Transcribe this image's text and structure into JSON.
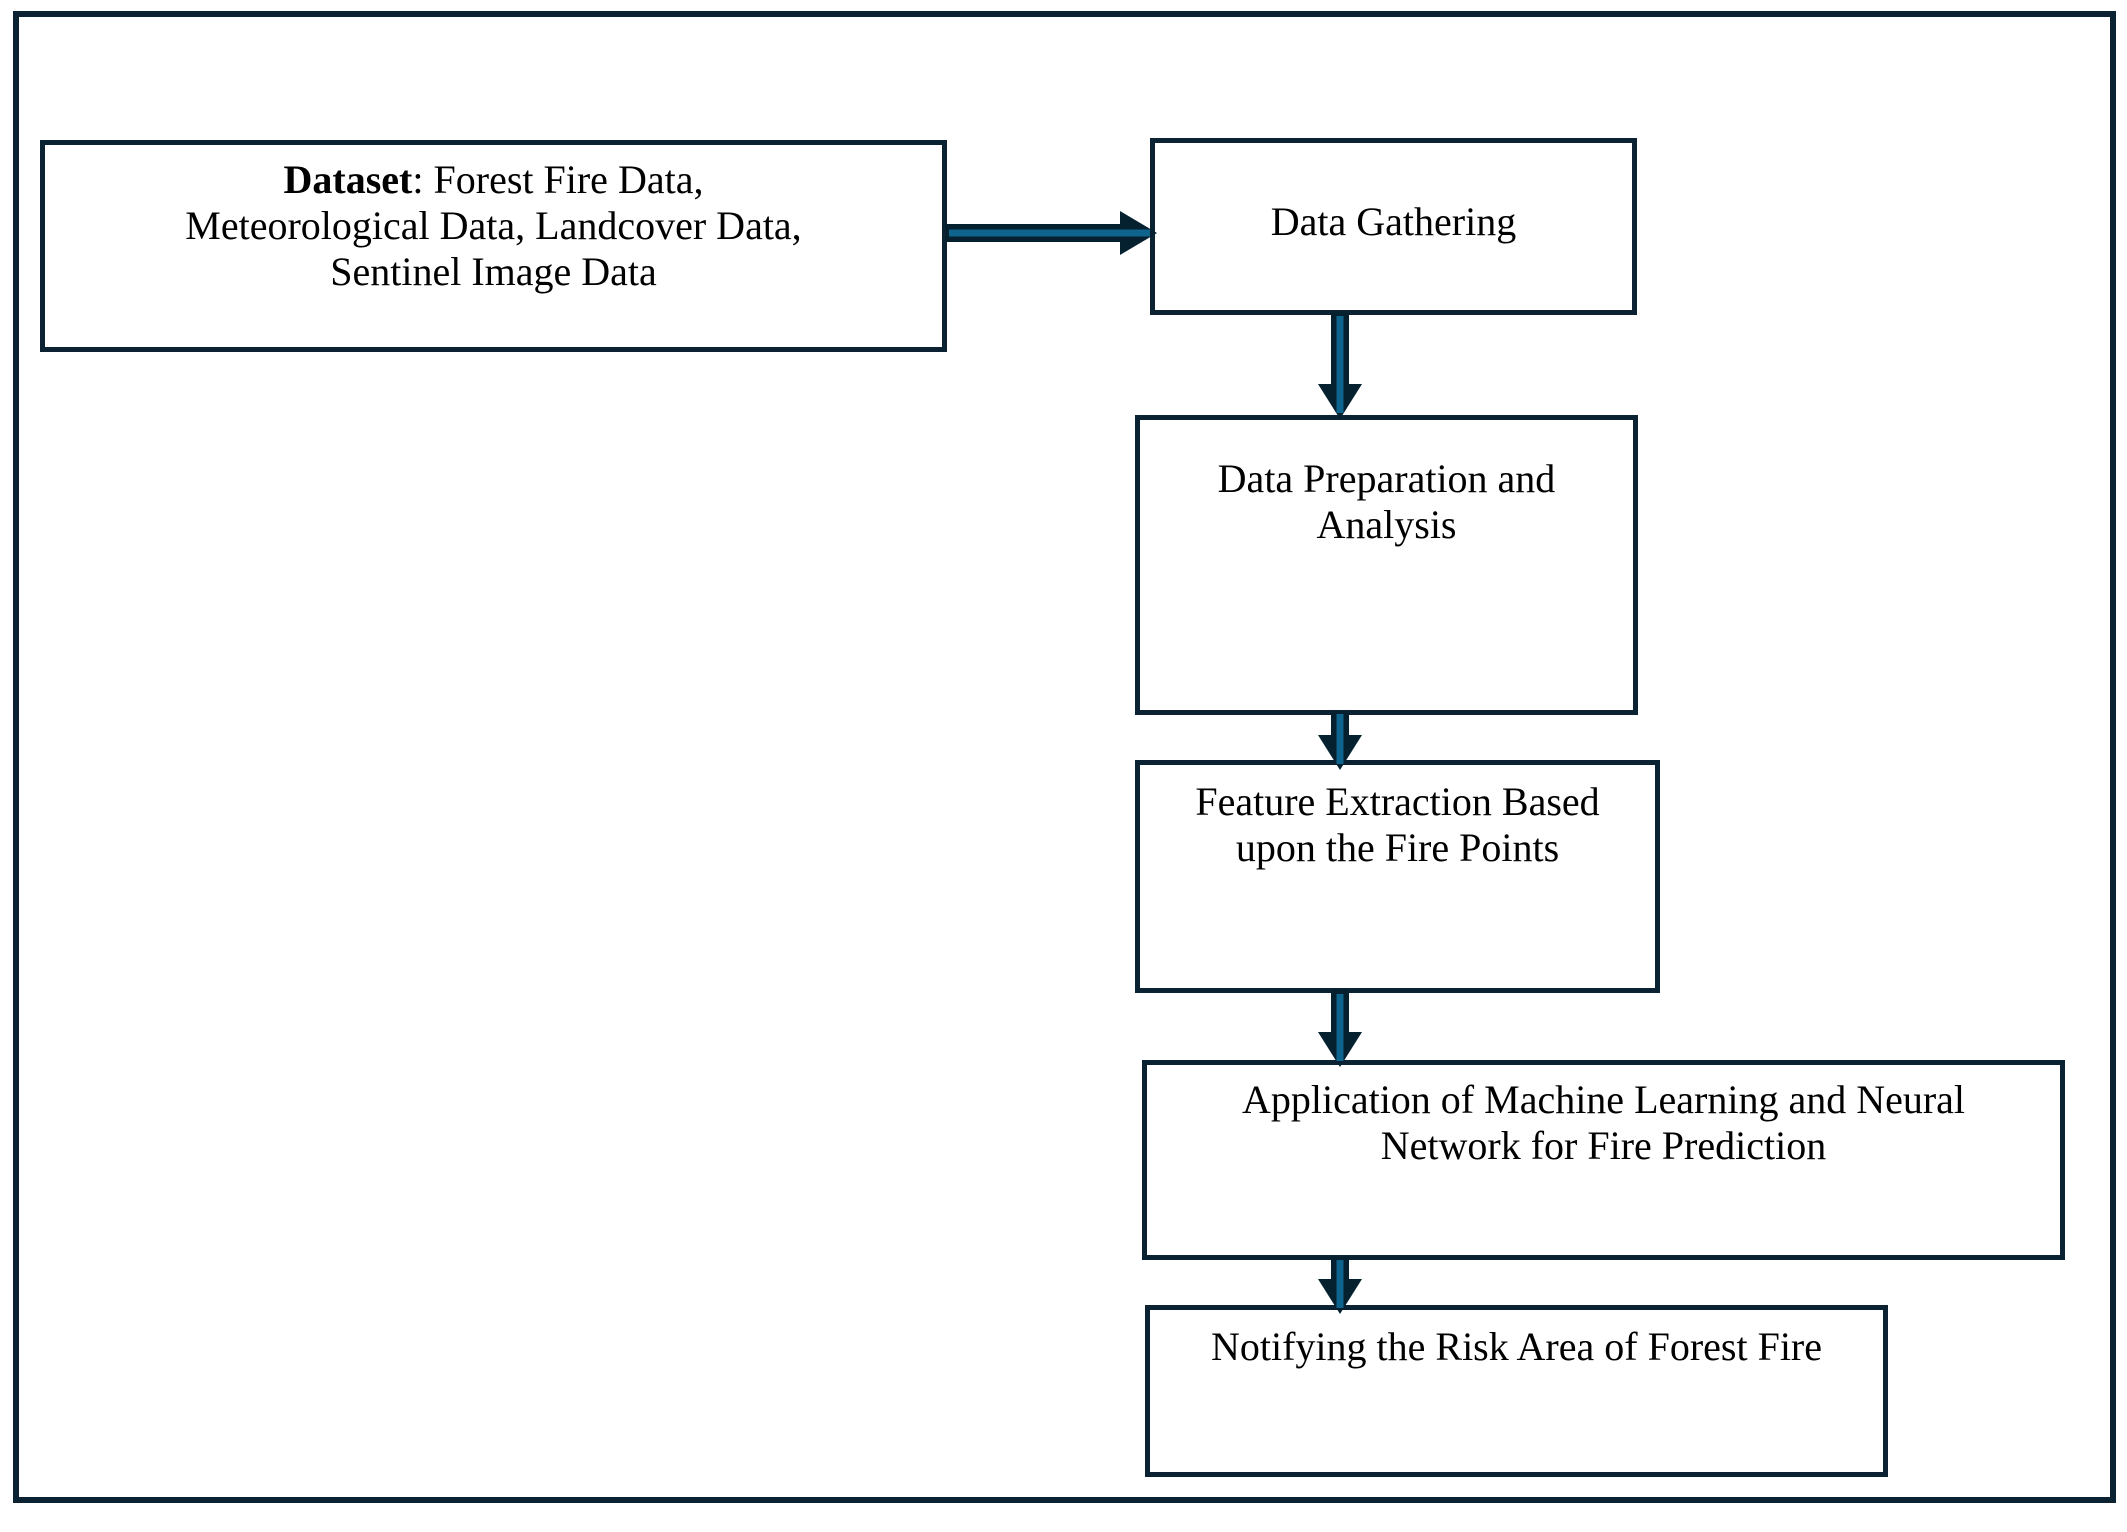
{
  "title": "Forest Fire Prediction Methodology Flowchart",
  "colors": {
    "ink": "#0a2232",
    "arrow_outline": "#052130",
    "arrow_core": "#0e648c",
    "canvas": "#ffffff",
    "text": "#000000"
  },
  "nodes": {
    "dataset": {
      "term": "Dataset",
      "line1_rest": ": Forest Fire Data,",
      "line2": "Meteorological Data, Landcover Data,",
      "line3": "Sentinel Image Data"
    },
    "gathering": {
      "label": "Data Gathering"
    },
    "preparation": {
      "line1": "Data Preparation and",
      "line2": "Analysis"
    },
    "feature": {
      "line1": "Feature Extraction Based",
      "line2": "upon the Fire Points"
    },
    "application": {
      "line1": "Application of Machine Learning and Neural",
      "line2": "Network for Fire Prediction"
    },
    "notify": {
      "label": "Notifying the Risk Area of Forest Fire"
    }
  },
  "edges": [
    {
      "from": "dataset",
      "to": "gathering",
      "direction": "right"
    },
    {
      "from": "gathering",
      "to": "preparation",
      "direction": "down"
    },
    {
      "from": "preparation",
      "to": "feature",
      "direction": "down"
    },
    {
      "from": "feature",
      "to": "application",
      "direction": "down"
    },
    {
      "from": "application",
      "to": "notify",
      "direction": "down"
    }
  ]
}
